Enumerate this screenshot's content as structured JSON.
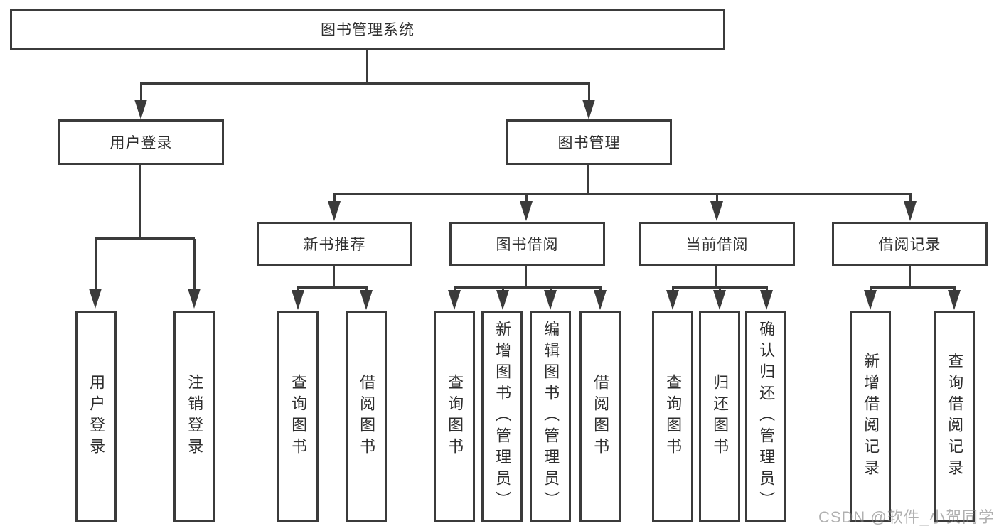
{
  "colors": {
    "line": "#3b3b3b",
    "text": "#2e2e2e",
    "watermark": "#9a9a9a"
  },
  "tree": {
    "root": {
      "label": "图书管理系统"
    },
    "level2": [
      {
        "label": "用户登录",
        "leaves": [
          {
            "label": "用户登录"
          },
          {
            "label": "注销登录"
          }
        ]
      },
      {
        "label": "图书管理",
        "children": [
          {
            "label": "新书推荐",
            "leaves": [
              {
                "label": "查询图书"
              },
              {
                "label": "借阅图书"
              }
            ]
          },
          {
            "label": "图书借阅",
            "leaves": [
              {
                "label": "查询图书"
              },
              {
                "label": "新增图书（管理员）"
              },
              {
                "label": "编辑图书（管理员）"
              },
              {
                "label": "借阅图书"
              }
            ]
          },
          {
            "label": "当前借阅",
            "leaves": [
              {
                "label": "查询图书"
              },
              {
                "label": "归还图书"
              },
              {
                "label": "确认归还（管理员）"
              }
            ]
          },
          {
            "label": "借阅记录",
            "leaves": [
              {
                "label": "新增借阅记录"
              },
              {
                "label": "查询借阅记录"
              }
            ]
          }
        ]
      }
    ]
  },
  "watermark": {
    "text": "CSDN @软件_小贺同学"
  }
}
